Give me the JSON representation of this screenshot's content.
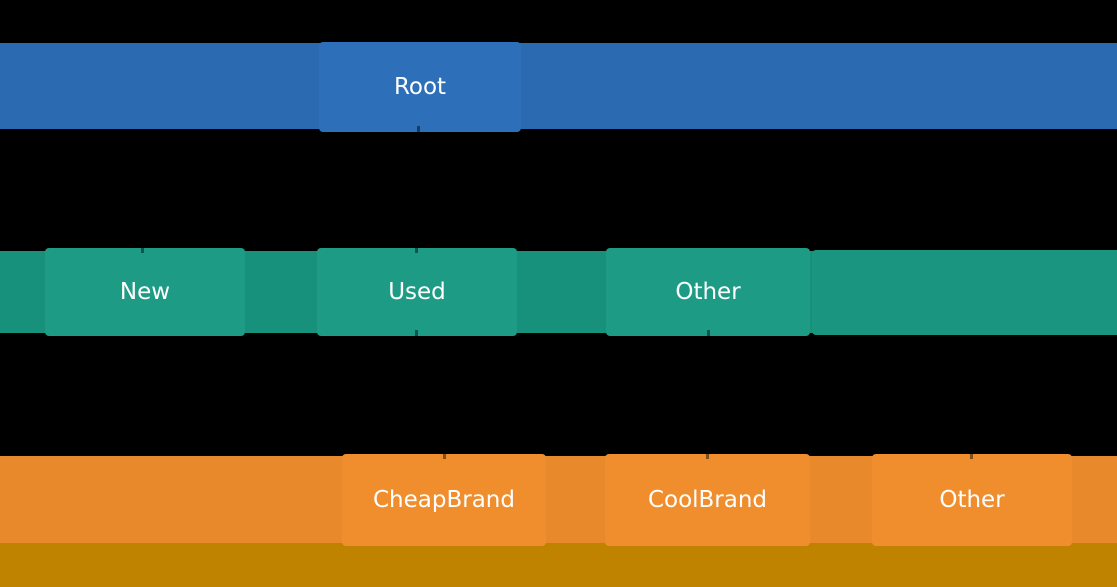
{
  "chart_data": {
    "type": "icicle",
    "orientation": "vertical, root at top",
    "title": "",
    "legend": "none",
    "background": "#000000",
    "levels": [
      {
        "depth": 0,
        "color": "#2d6fb9",
        "labels": [
          "Root"
        ]
      },
      {
        "depth": 1,
        "color": "#1d9b85",
        "labels": [
          "New",
          "Used",
          "Other",
          ""
        ]
      },
      {
        "depth": 2,
        "color": "#f08e2e",
        "labels": [
          "CheapBrand",
          "CoolBrand",
          "Other"
        ]
      },
      {
        "depth": 3,
        "color": "#c08300",
        "labels": [
          ""
        ],
        "note": "band partially cut off at bottom edge"
      }
    ],
    "hierarchy": {
      "label": "Root",
      "children": [
        {
          "label": "New"
        },
        {
          "label": "Used",
          "children": [
            {
              "label": "CheapBrand"
            },
            {
              "label": "CoolBrand"
            }
          ]
        },
        {
          "label": "Other",
          "children": [
            {
              "label": "Other"
            }
          ]
        }
      ]
    },
    "layout_hints": {
      "label_alignment": "centered in sector",
      "sector_corner_radius_px": 4,
      "level_bands": "each depth has a full-width slightly darker band behind its rounded sector boxes"
    }
  },
  "nodes": {
    "root": {
      "label": "Root"
    },
    "new": {
      "label": "New"
    },
    "used": {
      "label": "Used"
    },
    "other_l1": {
      "label": "Other"
    },
    "cheapbrand": {
      "label": "CheapBrand"
    },
    "coolbrand": {
      "label": "CoolBrand"
    },
    "other_l2": {
      "label": "Other"
    }
  },
  "colors": {
    "bg": "#000000",
    "text": "#ffffff",
    "blue-bar": "#2b69b1",
    "blue-box": "#2d6fb9",
    "teal-bar": "#17917c",
    "teal-box": "#1d9b85",
    "teal-box-dim": "#1a9680",
    "orange-bar": "#e8892b",
    "orange-box": "#f08e2e",
    "gold-strip": "#c08300"
  }
}
